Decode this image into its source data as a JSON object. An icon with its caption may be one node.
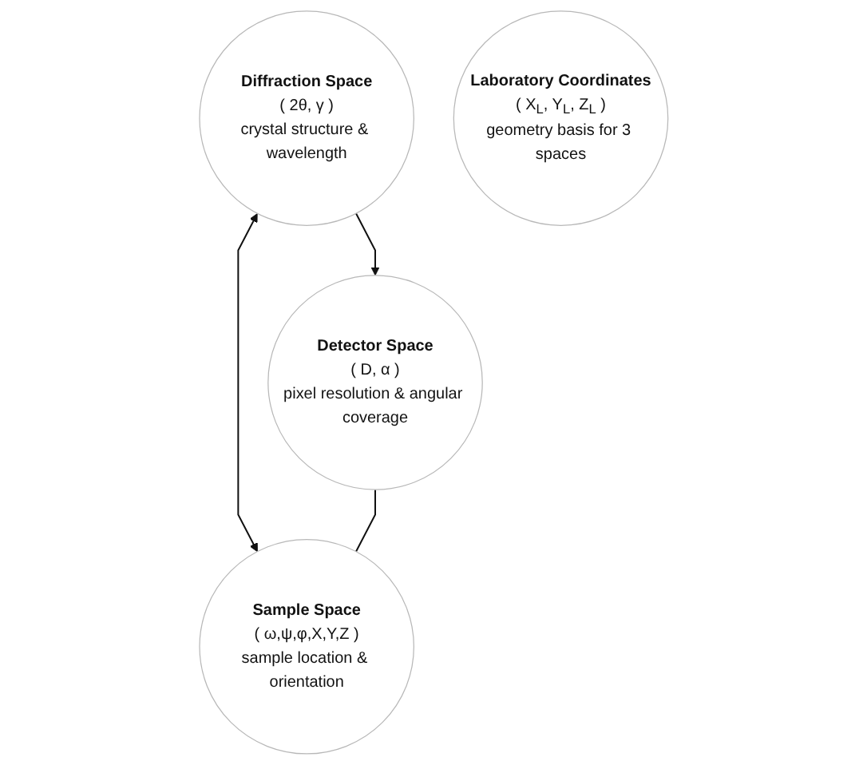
{
  "diagram": {
    "nodes": [
      {
        "text": [
          "Diffraction Space",
          "( 2θ, γ )",
          "crystal structure & wavelength"
        ]
      },
      {
        "text": [
          "Laboratory Coordinates",
          "( X$_{L}$, Y$_{L}$, Z$_{L}$ )",
          "geometry basis for 3 spaces"
        ]
      },
      {
        "text": [
          "Detector Space",
          "( D, α )",
          "pixel resolution & angular coverage"
        ]
      },
      {
        "text": [
          "Sample Space",
          "( ω,ψ,φ,X,Y,Z )",
          "sample location & orientation"
        ]
      }
    ],
    "edges": [
      {
        "from": 0,
        "to": 2,
        "arrow": "to"
      },
      {
        "from": 0,
        "to": 3,
        "arrow": "both"
      },
      {
        "from": 2,
        "to": 3,
        "arrow": "none"
      }
    ]
  }
}
